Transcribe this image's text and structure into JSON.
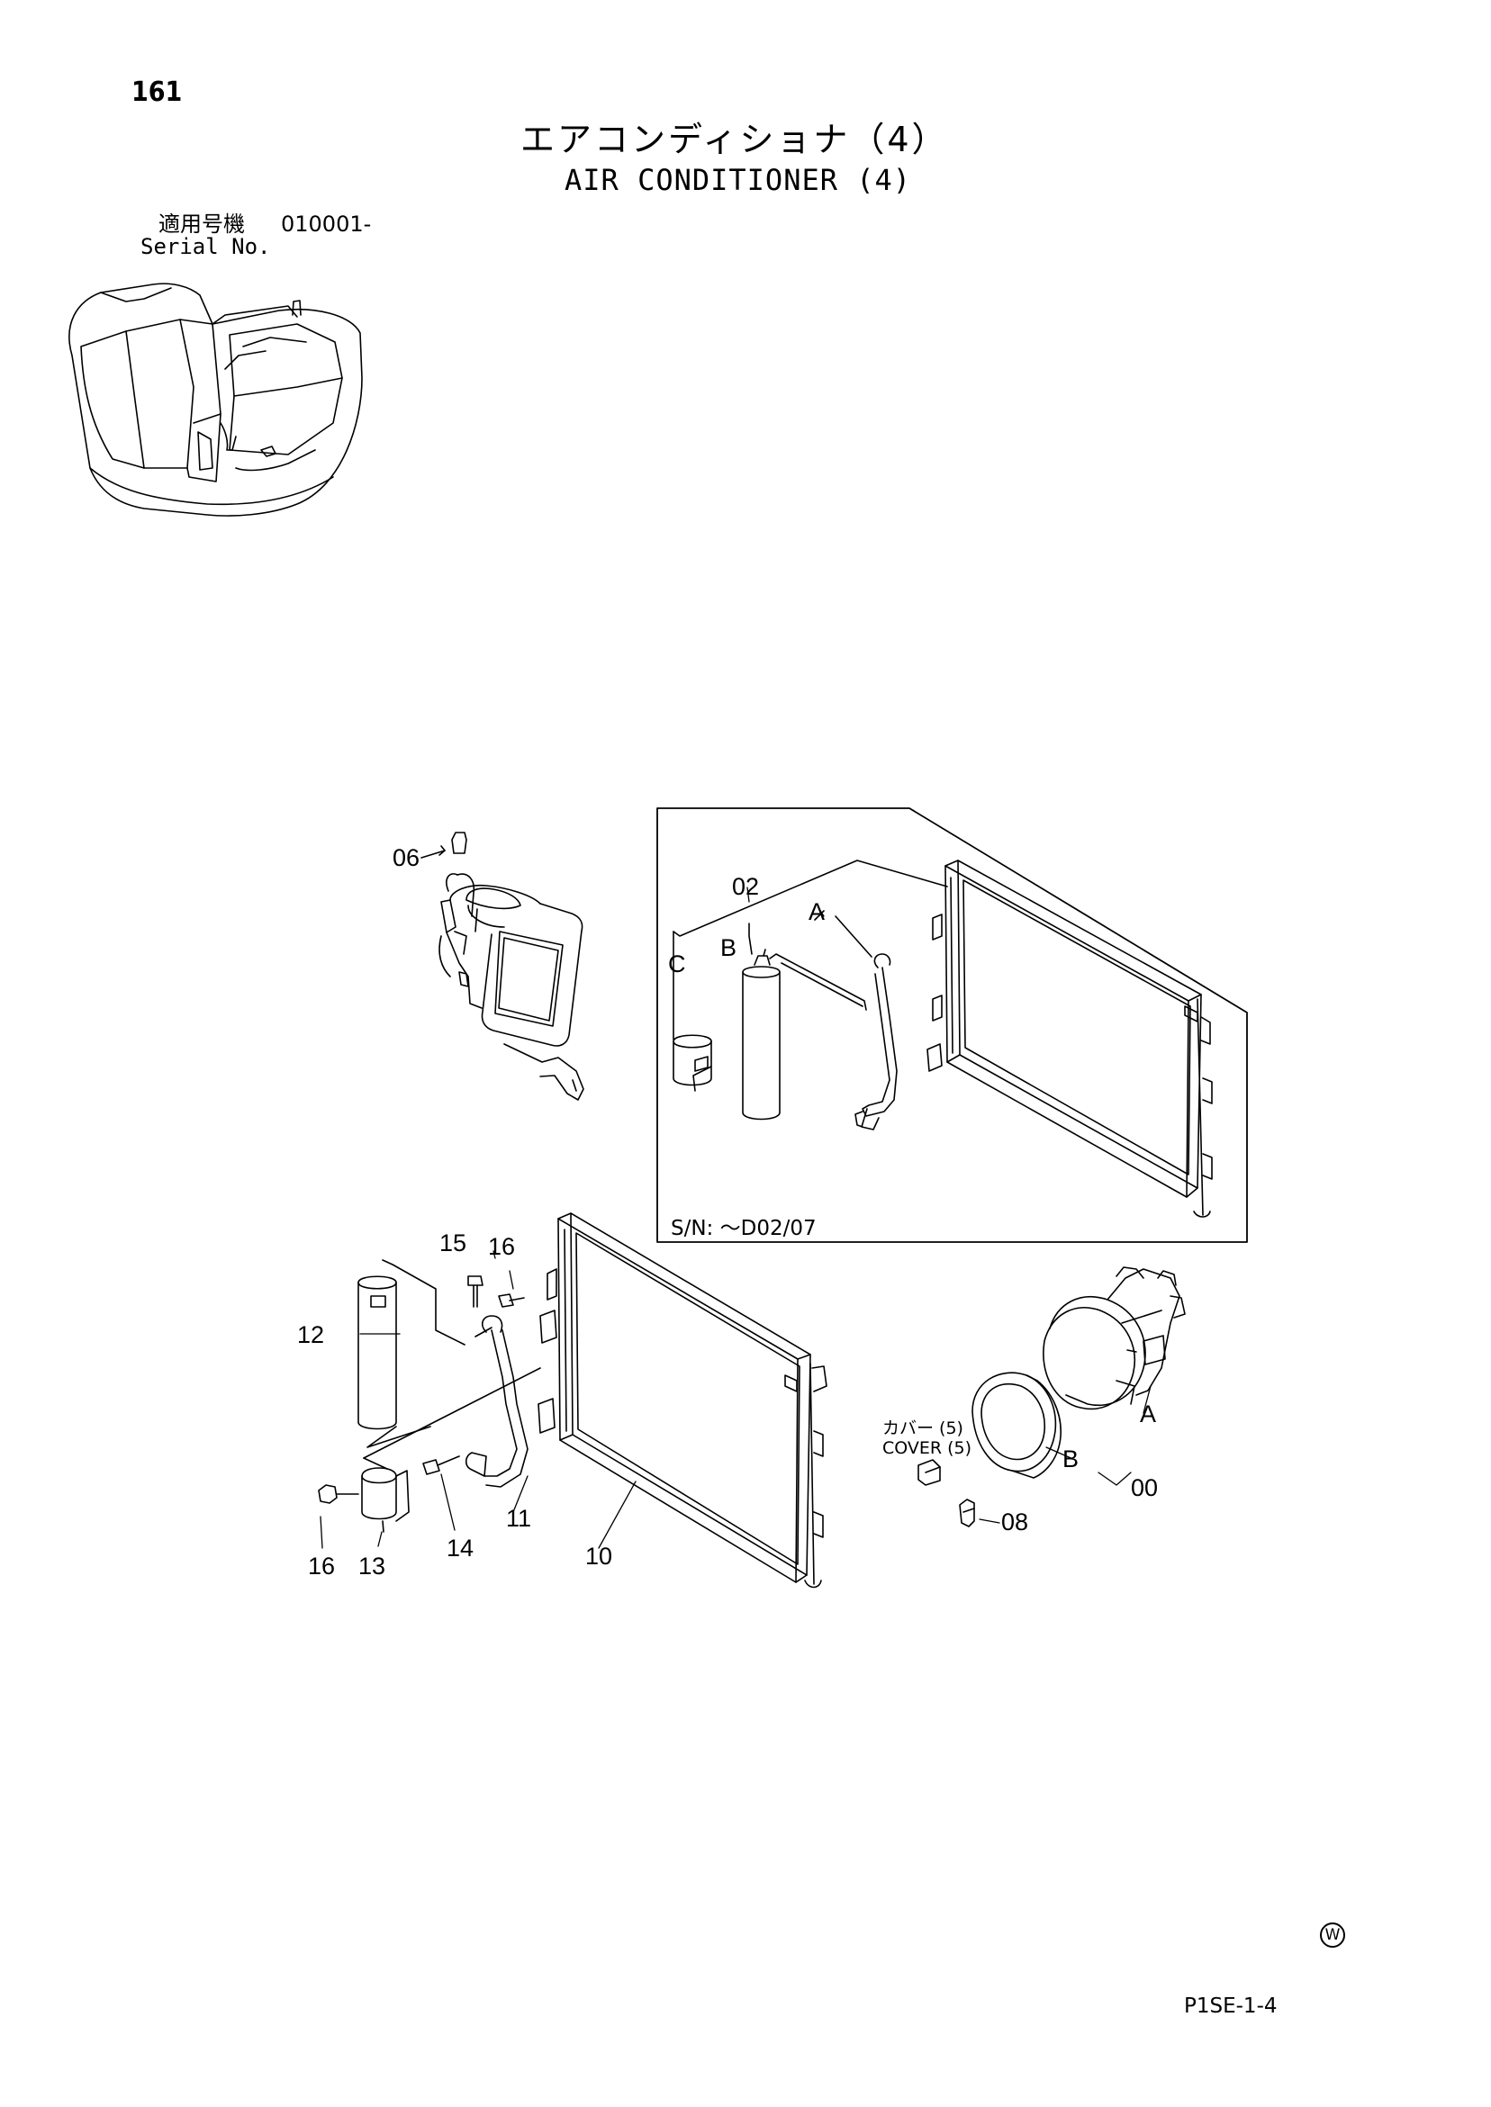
{
  "page_number": "161",
  "title": {
    "japanese": "エアコンディショナ（4）",
    "english": "AIR CONDITIONER (4)"
  },
  "serial": {
    "label_jp": "適用号機",
    "value": "010001-",
    "label_en": "Serial No."
  },
  "note_box_serial": "S/N: ～D02/07",
  "cover_label": {
    "japanese": "カバー (5)",
    "english": "COVER (5)"
  },
  "callouts": {
    "c06": "06",
    "c02": "02",
    "cA1": "A",
    "cB1": "B",
    "cC": "C",
    "c15": "15",
    "c16a": "16",
    "c12": "12",
    "c11": "11",
    "c14": "14",
    "c10": "10",
    "c16b": "16",
    "c13": "13",
    "cA2": "A",
    "cB2": "B",
    "c00": "00",
    "c08": "08"
  },
  "reference_code": "P1SE-1-4",
  "w_mark": "W"
}
